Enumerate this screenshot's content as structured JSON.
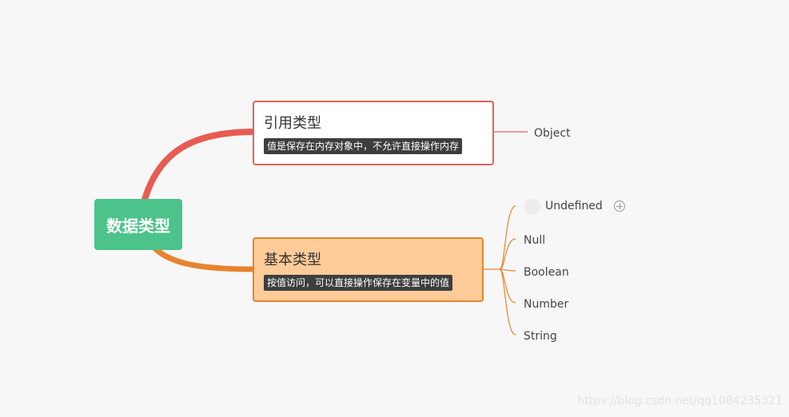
{
  "mindmap": {
    "root": {
      "label": "数据类型"
    },
    "branches": [
      {
        "label": "引用类型",
        "note": "值是保存在内存对象中，不允许直接操作内存",
        "children": [
          "Object"
        ]
      },
      {
        "label": "基本类型",
        "note": "按值访问，可以直接操作保存在变量中的值",
        "children": [
          "Undefined",
          "Null",
          "Boolean",
          "Number",
          "String"
        ]
      }
    ]
  },
  "colors": {
    "root": "#4cc38a",
    "reference_branch": "#e0645a",
    "basic_branch": "#e8832f",
    "basic_fill": "#ffcc99"
  },
  "icons": {
    "expand": "expand-plus-icon"
  },
  "watermark": "https://blog.csdn.net/qq1084235321"
}
